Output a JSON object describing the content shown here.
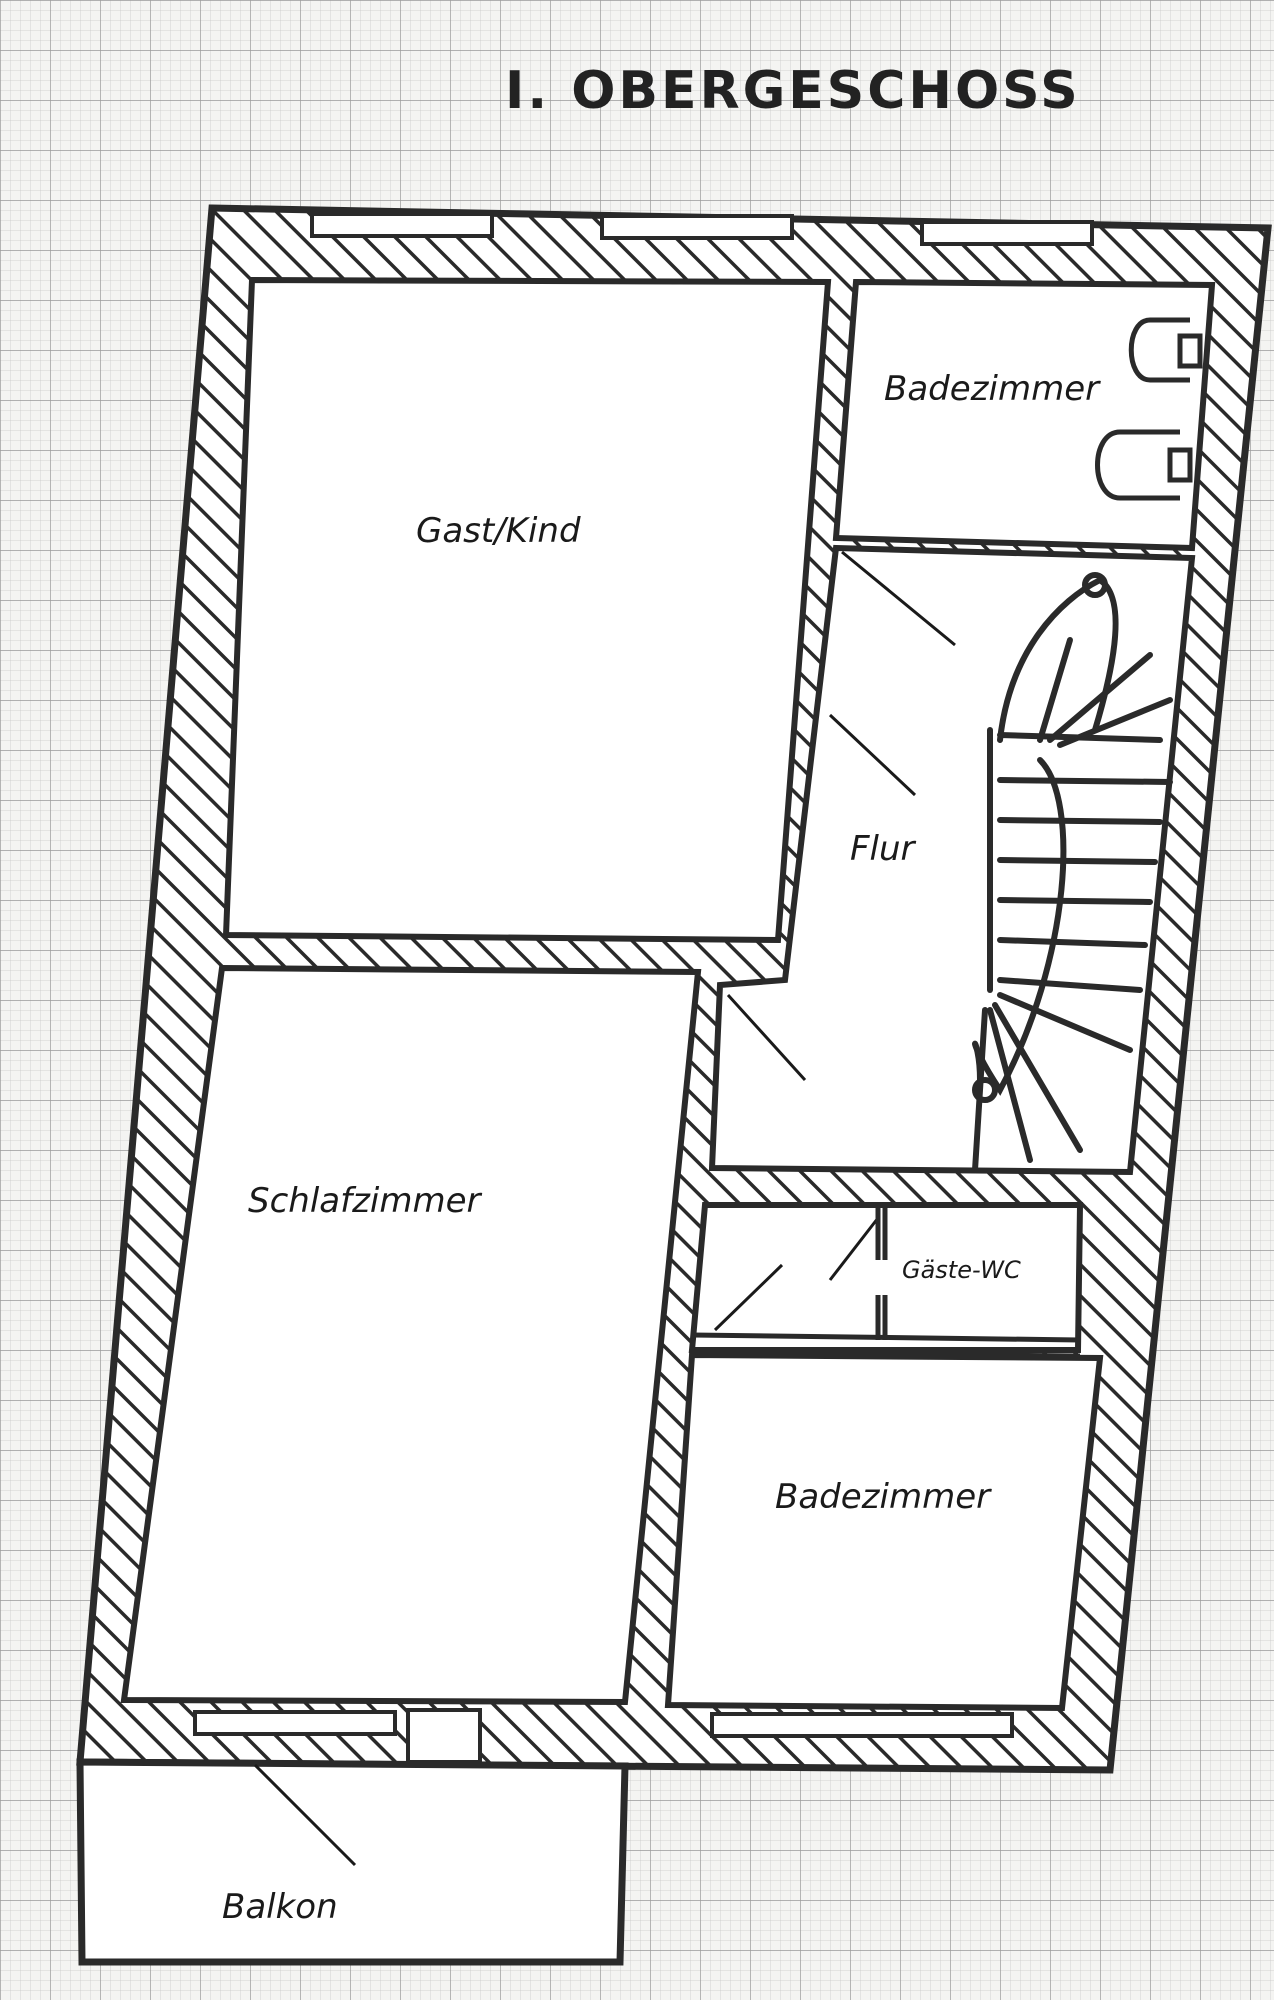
{
  "title": "I. OBERGESCHOSS",
  "rooms": {
    "gast_kind": "Gast/Kind",
    "badezimmer_top": "Badezimmer",
    "flur": "Flur",
    "schlafzimmer": "Schlafzimmer",
    "gaeste_wc": "Gäste-WC",
    "badezimmer_bottom": "Badezimmer",
    "balkon": "Balkon"
  },
  "colors": {
    "wall": "#333333",
    "paper": "#f4f4f2",
    "grid": "#b9b9b9",
    "room": "#ffffff"
  }
}
